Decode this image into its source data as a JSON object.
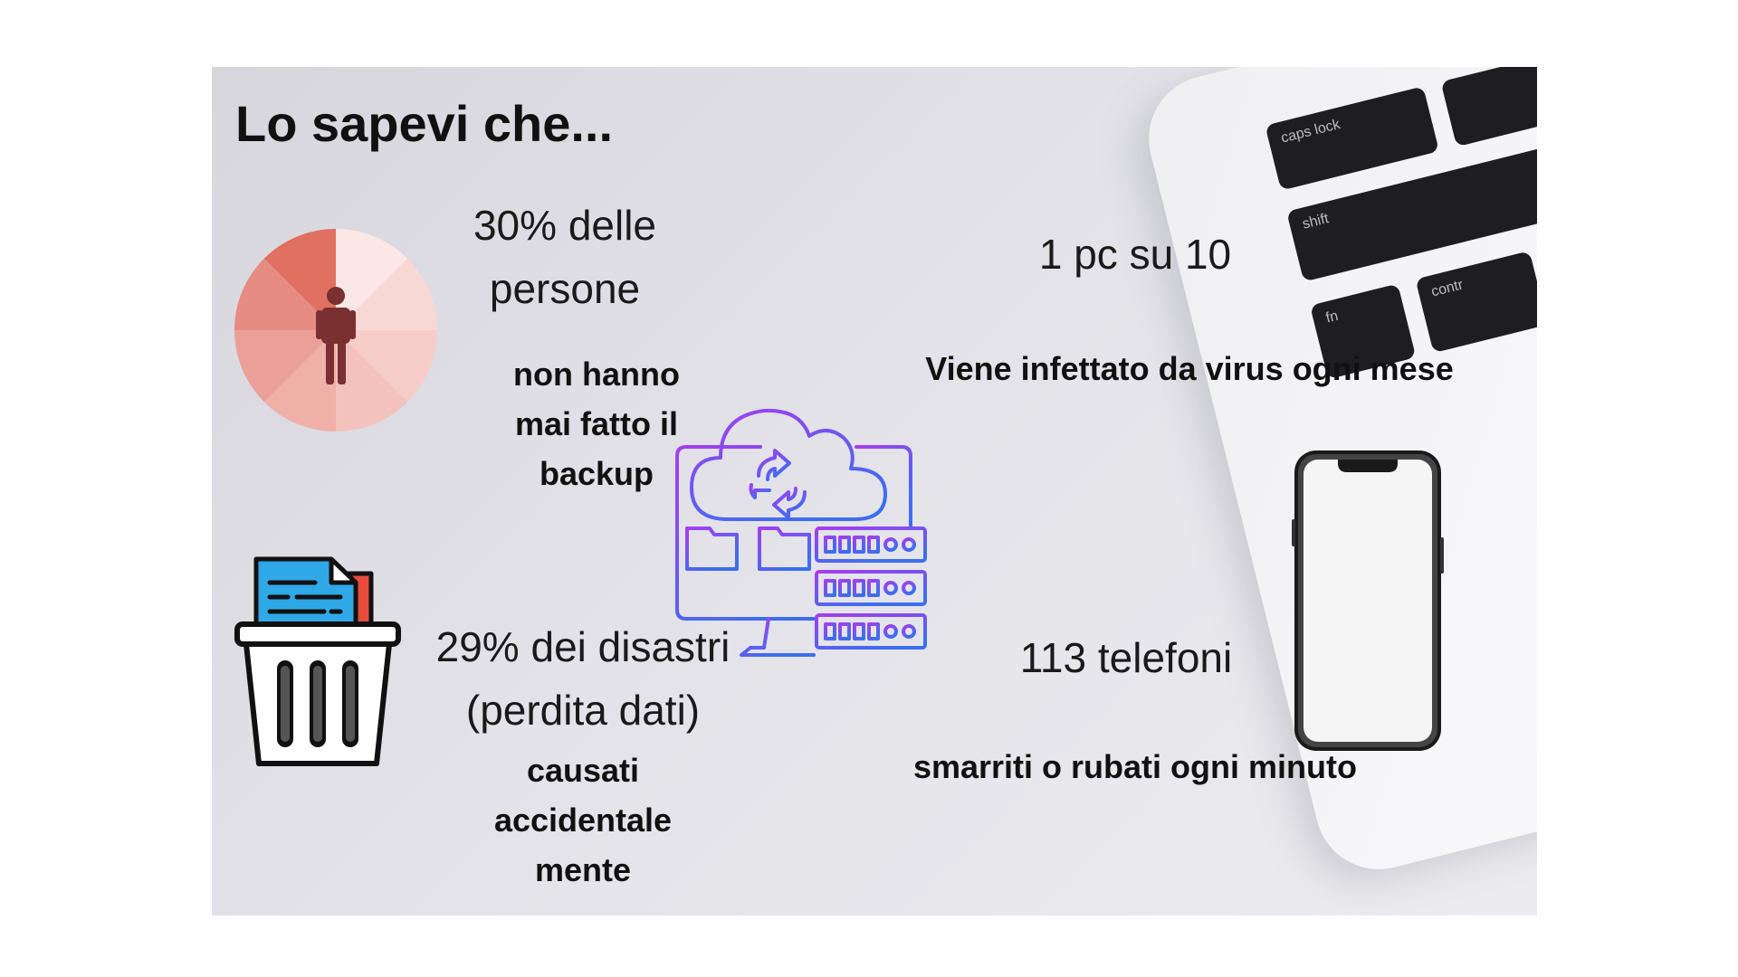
{
  "slide": {
    "title": "Lo sapevi che...",
    "stat1": {
      "line1": "30% delle",
      "line2": "persone",
      "desc": [
        "non hanno",
        "mai fatto il",
        "backup"
      ],
      "value_percent": 30
    },
    "stat2": {
      "value": "1 pc su 10",
      "desc": "Viene infettato da virus ogni mese"
    },
    "stat3": {
      "line1": "29% dei disastri",
      "line2": "(perdita dati)",
      "desc": [
        "causati",
        "accidentale",
        "mente"
      ]
    },
    "stat4": {
      "value": "113  telefoni",
      "desc": "smarriti o rubati ogni minuto"
    },
    "keys": [
      "caps lock",
      "shift",
      "fn",
      "contr"
    ]
  },
  "colors": {
    "pie_highlight": "#e07060",
    "person": "#7a3030",
    "backup_gradient": [
      "#a63df0",
      "#3d6ef0"
    ]
  },
  "icons": [
    "pie-person-icon",
    "backup-server-icon",
    "trash-documents-icon",
    "smartphone-icon"
  ]
}
